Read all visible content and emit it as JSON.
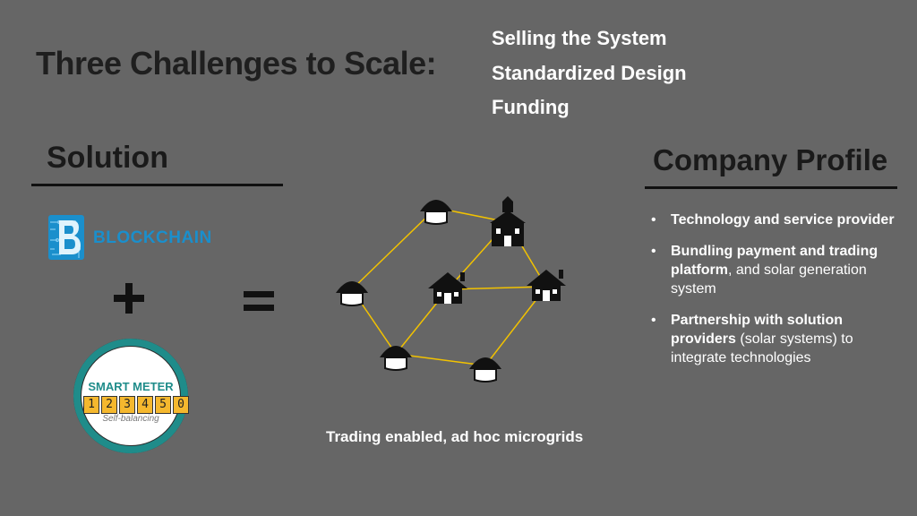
{
  "title": "Three Challenges to Scale:",
  "challenges": [
    "Selling the System",
    "Standardized Design",
    "Funding"
  ],
  "solution": {
    "heading": "Solution",
    "blockchain_label": "BLOCKCHAIN",
    "plus": "+",
    "equals": "=",
    "smart_meter": {
      "title": "SMART METER",
      "digits": [
        "1",
        "2",
        "3",
        "4",
        "5",
        "0"
      ],
      "subtitle": "Self-balancing"
    }
  },
  "microgrid": {
    "caption": "Trading enabled, ad hoc microgrids"
  },
  "company_profile": {
    "heading": "Company Profile",
    "items": [
      {
        "bold": "Technology and service provider",
        "rest": ""
      },
      {
        "bold": "Bundling payment and trading platform",
        "rest": ", and solar generation system"
      },
      {
        "bold": "Partnership with solution providers",
        "rest": " (solar systems) to integrate technologies"
      }
    ]
  },
  "colors": {
    "background": "#666666",
    "link_lines": "#f2c200",
    "meter_ring": "#1f8c8a",
    "blockchain_blue": "#1a8fcc"
  }
}
